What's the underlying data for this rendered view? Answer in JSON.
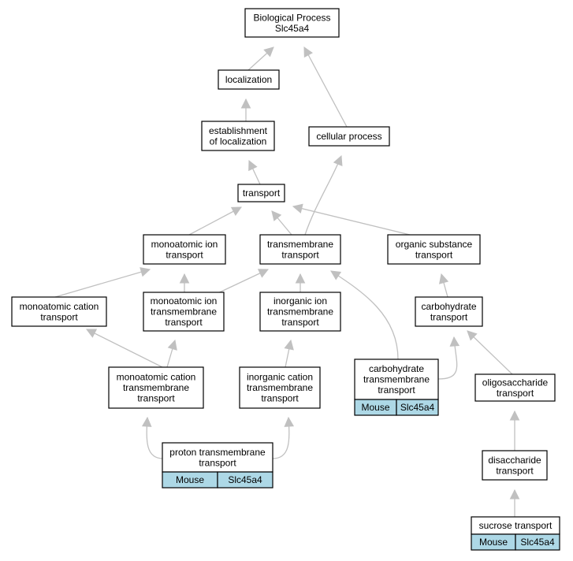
{
  "diagram": {
    "edge_color": "#c0c0c0",
    "annotation_color": "#add8e6",
    "nodes": [
      {
        "id": "bp",
        "lines": [
          "Biological Process",
          "Slc45a4"
        ]
      },
      {
        "id": "loc",
        "lines": [
          "localization"
        ]
      },
      {
        "id": "estloc",
        "lines": [
          "establishment",
          "of localization"
        ]
      },
      {
        "id": "cellproc",
        "lines": [
          "cellular process"
        ]
      },
      {
        "id": "transport",
        "lines": [
          "transport"
        ]
      },
      {
        "id": "mit",
        "lines": [
          "monoatomic ion",
          "transport"
        ]
      },
      {
        "id": "tmt",
        "lines": [
          "transmembrane",
          "transport"
        ]
      },
      {
        "id": "ost",
        "lines": [
          "organic substance",
          "transport"
        ]
      },
      {
        "id": "mct",
        "lines": [
          "monoatomic cation",
          "transport"
        ]
      },
      {
        "id": "mitt",
        "lines": [
          "monoatomic ion",
          "transmembrane",
          "transport"
        ]
      },
      {
        "id": "iitt",
        "lines": [
          "inorganic ion",
          "transmembrane",
          "transport"
        ]
      },
      {
        "id": "cht",
        "lines": [
          "carbohydrate",
          "transport"
        ]
      },
      {
        "id": "mctt",
        "lines": [
          "monoatomic cation",
          "transmembrane",
          "transport"
        ]
      },
      {
        "id": "ictt",
        "lines": [
          "inorganic cation",
          "transmembrane",
          "transport"
        ]
      },
      {
        "id": "chtt",
        "lines": [
          "carbohydrate",
          "transmembrane",
          "transport"
        ],
        "cells": [
          "Mouse",
          "Slc45a4"
        ]
      },
      {
        "id": "olig",
        "lines": [
          "oligosaccharide",
          "transport"
        ]
      },
      {
        "id": "ptt",
        "lines": [
          "proton transmembrane",
          "transport"
        ],
        "cells": [
          "Mouse",
          "Slc45a4"
        ]
      },
      {
        "id": "disac",
        "lines": [
          "disaccharide",
          "transport"
        ]
      },
      {
        "id": "sucr",
        "lines": [
          "sucrose transport"
        ],
        "cells": [
          "Mouse",
          "Slc45a4"
        ]
      }
    ],
    "edges": [
      {
        "from": "loc",
        "to": "bp"
      },
      {
        "from": "cellproc",
        "to": "bp"
      },
      {
        "from": "estloc",
        "to": "loc"
      },
      {
        "from": "transport",
        "to": "estloc"
      },
      {
        "from": "tmt",
        "to": "cellproc"
      },
      {
        "from": "mit",
        "to": "transport"
      },
      {
        "from": "tmt",
        "to": "transport"
      },
      {
        "from": "ost",
        "to": "transport"
      },
      {
        "from": "mct",
        "to": "mit"
      },
      {
        "from": "mitt",
        "to": "mit"
      },
      {
        "from": "mitt",
        "to": "tmt"
      },
      {
        "from": "iitt",
        "to": "tmt"
      },
      {
        "from": "chtt",
        "to": "tmt"
      },
      {
        "from": "cht",
        "to": "ost"
      },
      {
        "from": "mctt",
        "to": "mct"
      },
      {
        "from": "mctt",
        "to": "mitt"
      },
      {
        "from": "ictt",
        "to": "iitt"
      },
      {
        "from": "chtt",
        "to": "cht"
      },
      {
        "from": "olig",
        "to": "cht"
      },
      {
        "from": "ptt",
        "to": "mctt"
      },
      {
        "from": "ptt",
        "to": "ictt"
      },
      {
        "from": "disac",
        "to": "olig"
      },
      {
        "from": "sucr",
        "to": "disac"
      }
    ]
  }
}
